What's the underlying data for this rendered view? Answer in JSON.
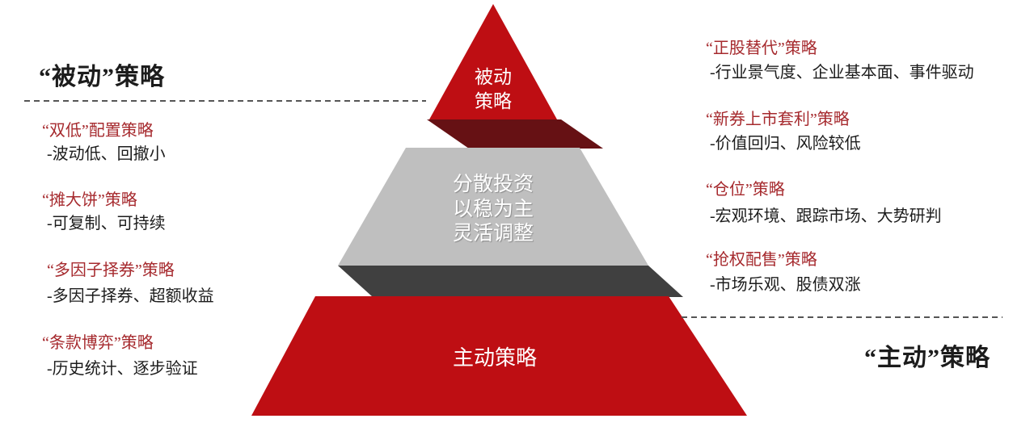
{
  "colors": {
    "pyramid_red": "#be0e13",
    "shadow_maroon": "#661114",
    "layer_gray": "#bfbfbf",
    "shadow_gray": "#404040",
    "title_red": "#a62a2e",
    "text_black": "#1c1c1c",
    "label_white": "#ffffff",
    "dash_color": "#555555"
  },
  "left": {
    "header": "“被动”策略",
    "items": [
      {
        "title": "“双低”配置策略",
        "desc": "-波动低、回撤小"
      },
      {
        "title": "“摊大饼”策略",
        "desc": "-可复制、可持续"
      },
      {
        "title": "“多因子择券”策略",
        "desc": "-多因子择券、超额收益"
      },
      {
        "title": "“条款博弈”策略",
        "desc": "-历史统计、逐步验证"
      }
    ]
  },
  "right": {
    "header": "“主动”策略",
    "items": [
      {
        "title": "“正股替代”策略",
        "desc": "-行业景气度、企业基本面、事件驱动"
      },
      {
        "title": "“新券上市套利”策略",
        "desc": "-价值回归、风险较低"
      },
      {
        "title": "“仓位”策略",
        "desc": "-宏观环境、跟踪市场、大势研判"
      },
      {
        "title": "“抢权配售”策略",
        "desc": "-市场乐观、股债双涨"
      }
    ]
  },
  "pyramid": {
    "top_label_line1": "被动",
    "top_label_line2": "策略",
    "middle_lines": [
      "分散投资",
      "以稳为主",
      "灵活调整"
    ],
    "bottom_label": "主动策略"
  }
}
